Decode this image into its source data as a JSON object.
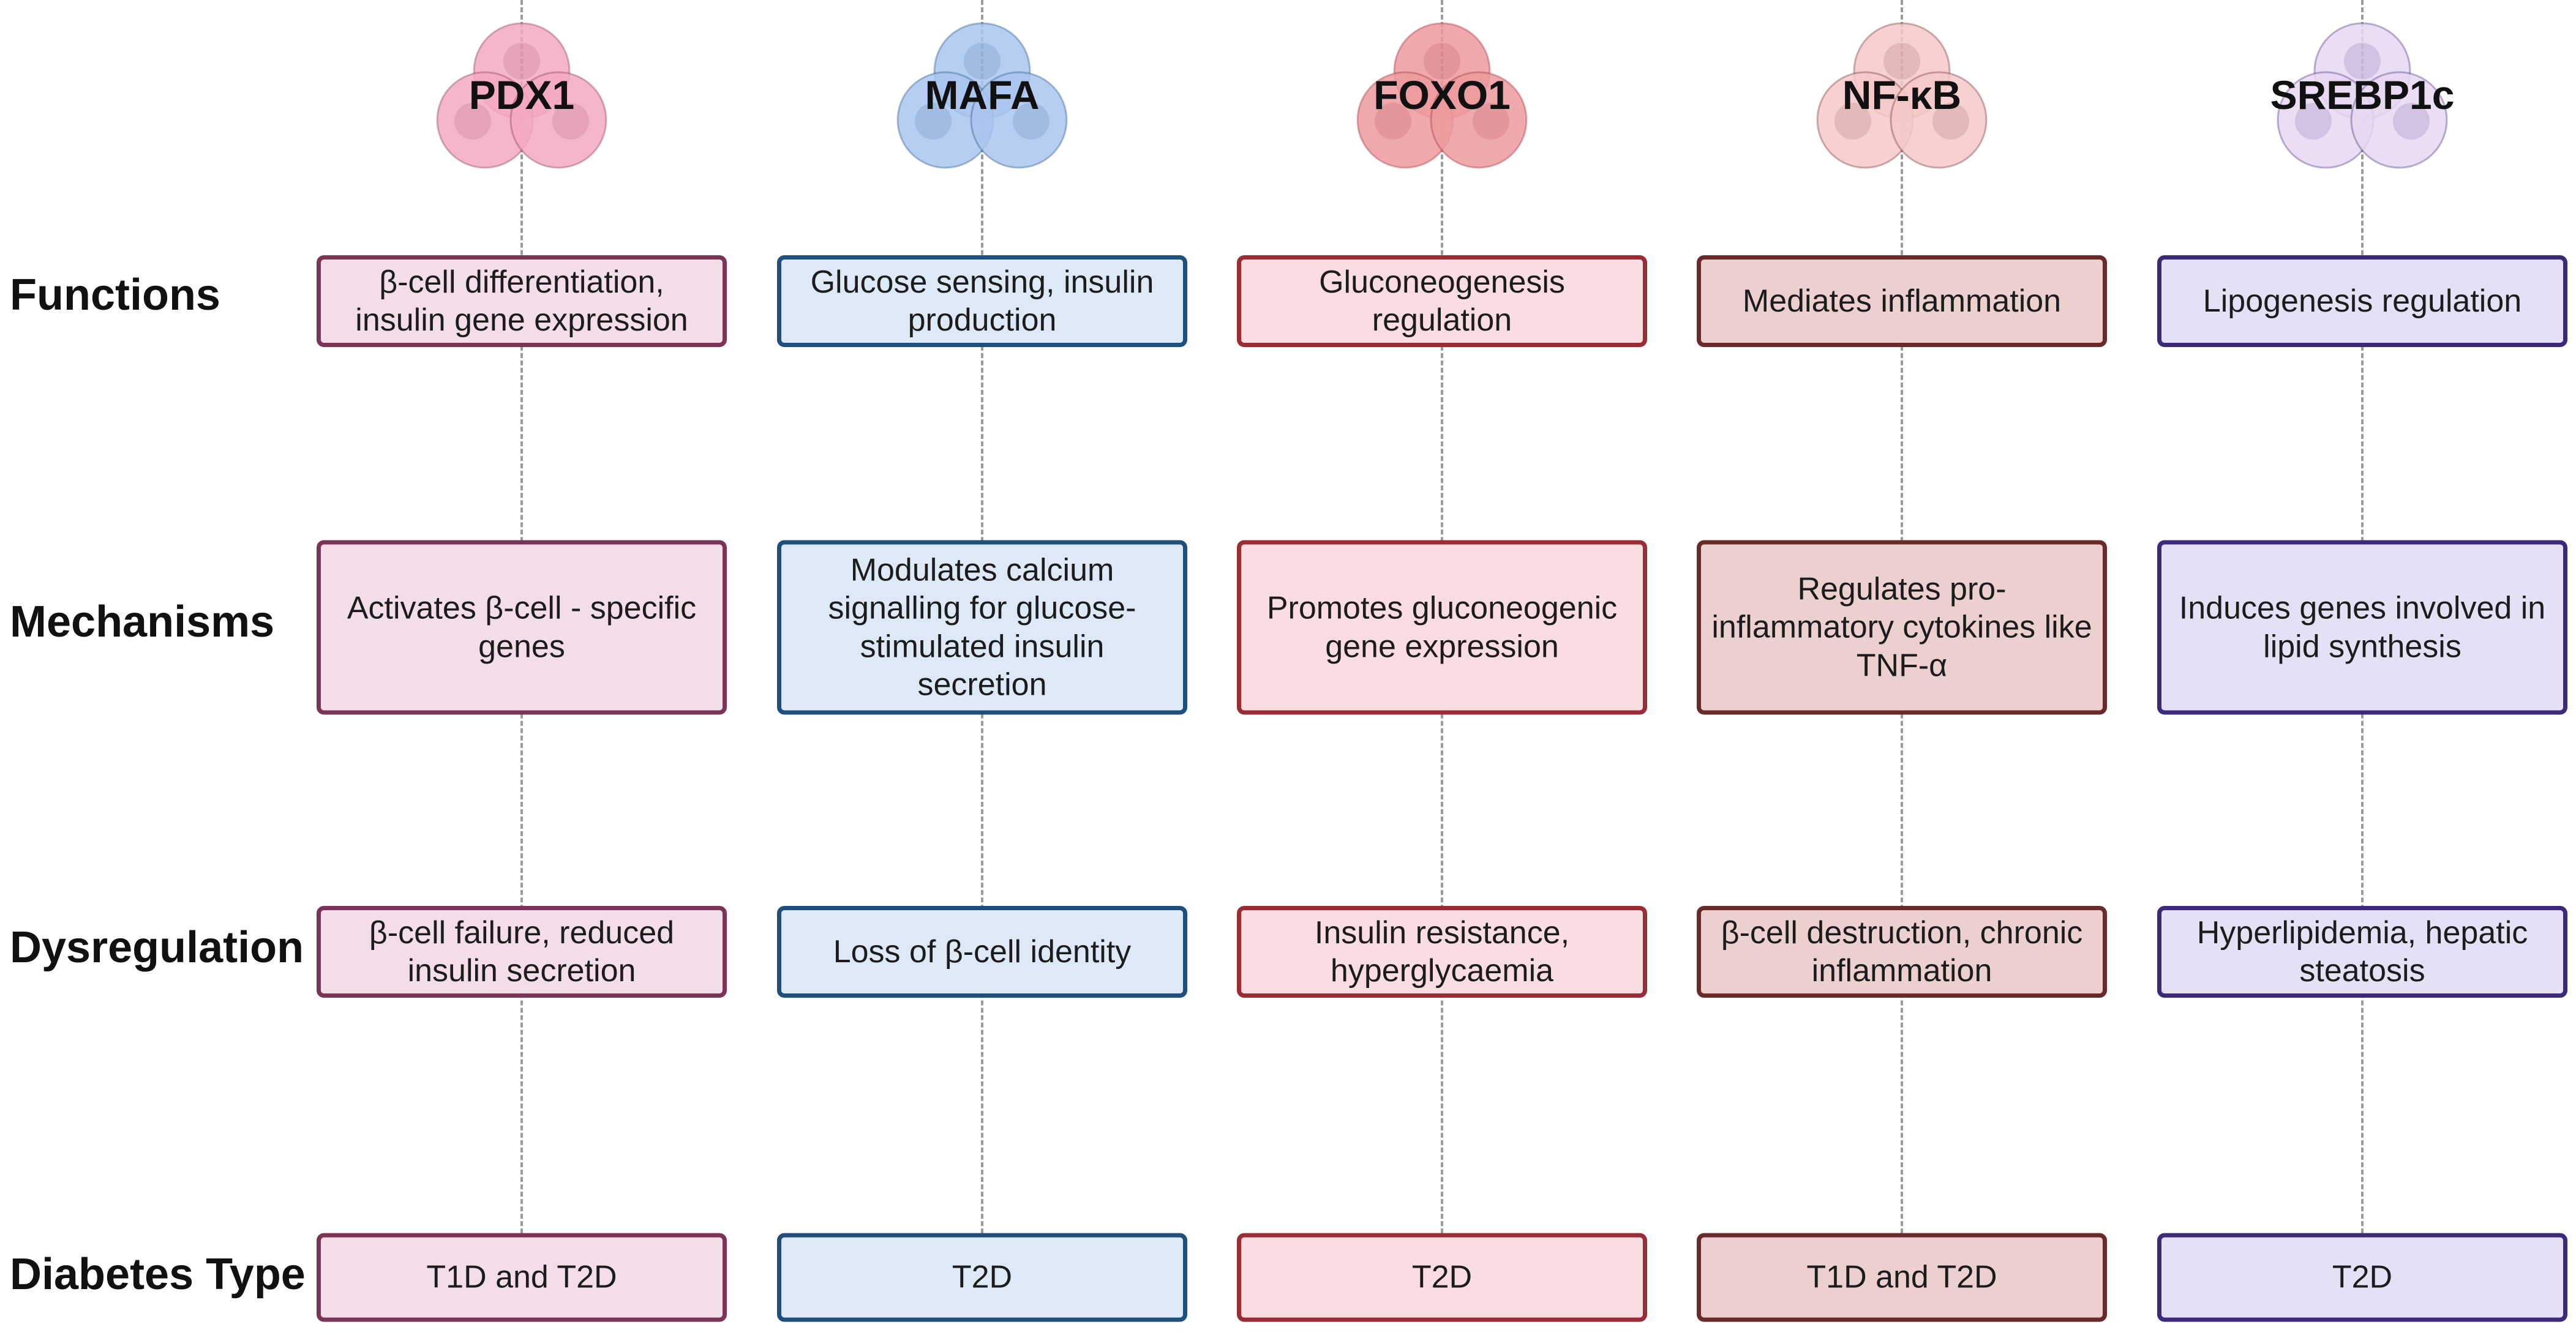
{
  "rows": [
    {
      "label": "Functions"
    },
    {
      "label": "Mechanisms"
    },
    {
      "label": "Dysregulation"
    },
    {
      "label": "Diabetes Type"
    }
  ],
  "columns": [
    {
      "gene": "PDX1",
      "fill": "#f3dde8",
      "border": "#7a3457",
      "icon_color": "#f4a9c1",
      "cells": [
        "β-cell differentiation, insulin gene expression",
        "Activates β-cell - specific genes",
        "β-cell failure, reduced insulin secretion",
        "T1D and T2D"
      ]
    },
    {
      "gene": "MAFA",
      "fill": "#dde9f7",
      "border": "#1f4f7d",
      "icon_color": "#a9c6ee",
      "cells": [
        "Glucose sensing, insulin production",
        "Modulates calcium signalling for glucose-stimulated insulin secretion",
        "Loss of β-cell identity",
        "T2D"
      ]
    },
    {
      "gene": "FOXO1",
      "fill": "#f9dde0",
      "border": "#9b2c36",
      "icon_color": "#ec9a9d",
      "cells": [
        "Gluconeogenesis regulation",
        "Promotes gluconeogenic gene expression",
        "Insulin resistance, hyperglycaemia",
        "T2D"
      ]
    },
    {
      "gene": "NF-κB",
      "fill": "#ecd0d0",
      "border": "#6b2a2a",
      "icon_color": "#f6c9c9",
      "cells": [
        "Mediates inflammation",
        "Regulates pro-inflammatory cytokines like TNF-α",
        "β-cell destruction, chronic inflammation",
        "T1D and T2D"
      ]
    },
    {
      "gene": "SREBP1c",
      "fill": "#e6e0f6",
      "border": "#3b2a7a",
      "icon_color": "#e7d7f1",
      "cells": [
        "Lipogenesis regulation",
        "Induces genes involved in lipid synthesis",
        "Hyperlipidemia, hepatic steatosis",
        "T2D"
      ]
    }
  ]
}
